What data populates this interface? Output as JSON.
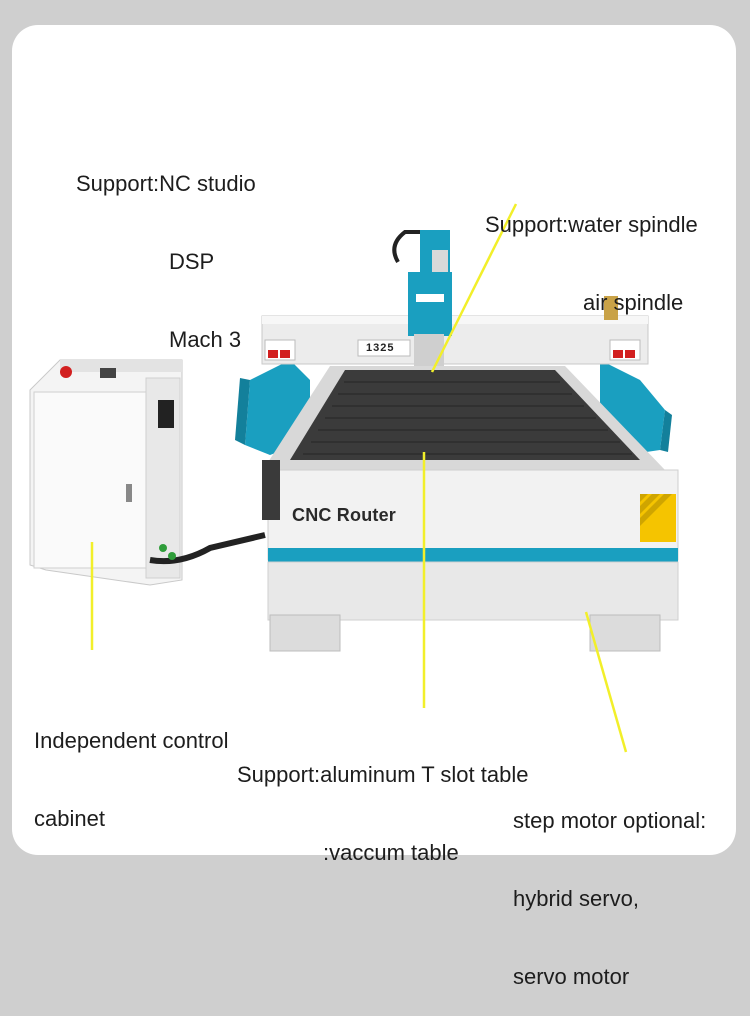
{
  "annotations": {
    "software": {
      "line1": "Support:NC studio",
      "line2": "DSP",
      "line3": "Mach 3"
    },
    "spindle": {
      "line1": "Support:water spindle",
      "line2": "air spindle"
    },
    "cabinet": {
      "line1": "Independent control",
      "line2": "cabinet"
    },
    "table": {
      "line1": "Support:aluminum T slot table",
      "line2": ":vaccum table"
    },
    "motor": {
      "line1": "step motor optional:",
      "line2": "hybrid servo,",
      "line3": "servo motor"
    }
  },
  "machine": {
    "brand_label": "CNC Router",
    "model_badge": "1325"
  },
  "colors": {
    "accent": "#1a9fc0",
    "pointer": "#f2ef2a",
    "bed": "#3b3b3b",
    "frame": "#efefef",
    "warning": "#f5c400"
  }
}
